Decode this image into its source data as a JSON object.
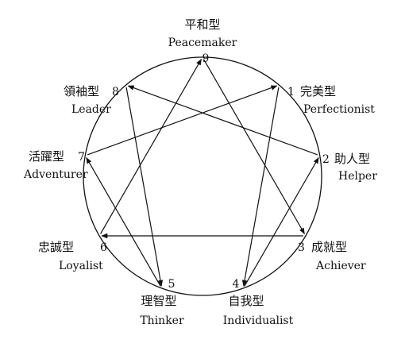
{
  "diagram": {
    "type": "enneagram",
    "line_color": "#111111",
    "arrowheads": "filled",
    "points": [
      {
        "number": "1",
        "chinese": "完美型",
        "english": "Perfectionist"
      },
      {
        "number": "2",
        "chinese": "助人型",
        "english": "Helper"
      },
      {
        "number": "3",
        "chinese": "成就型",
        "english": "Achiever"
      },
      {
        "number": "4",
        "chinese": "自我型",
        "english": "Individualist"
      },
      {
        "number": "5",
        "chinese": "理智型",
        "english": "Thinker"
      },
      {
        "number": "6",
        "chinese": "忠誠型",
        "english": "Loyalist"
      },
      {
        "number": "7",
        "chinese": "活躍型",
        "english": "Adventurer"
      },
      {
        "number": "8",
        "chinese": "領袖型",
        "english": "Leader"
      },
      {
        "number": "9",
        "chinese": "平和型",
        "english": "Peacemaker"
      }
    ],
    "arrows": [
      {
        "from": "1",
        "to": "4"
      },
      {
        "from": "4",
        "to": "2"
      },
      {
        "from": "2",
        "to": "8"
      },
      {
        "from": "8",
        "to": "5"
      },
      {
        "from": "5",
        "to": "7"
      },
      {
        "from": "7",
        "to": "1"
      },
      {
        "from": "9",
        "to": "3"
      },
      {
        "from": "3",
        "to": "6"
      },
      {
        "from": "6",
        "to": "9"
      }
    ]
  }
}
